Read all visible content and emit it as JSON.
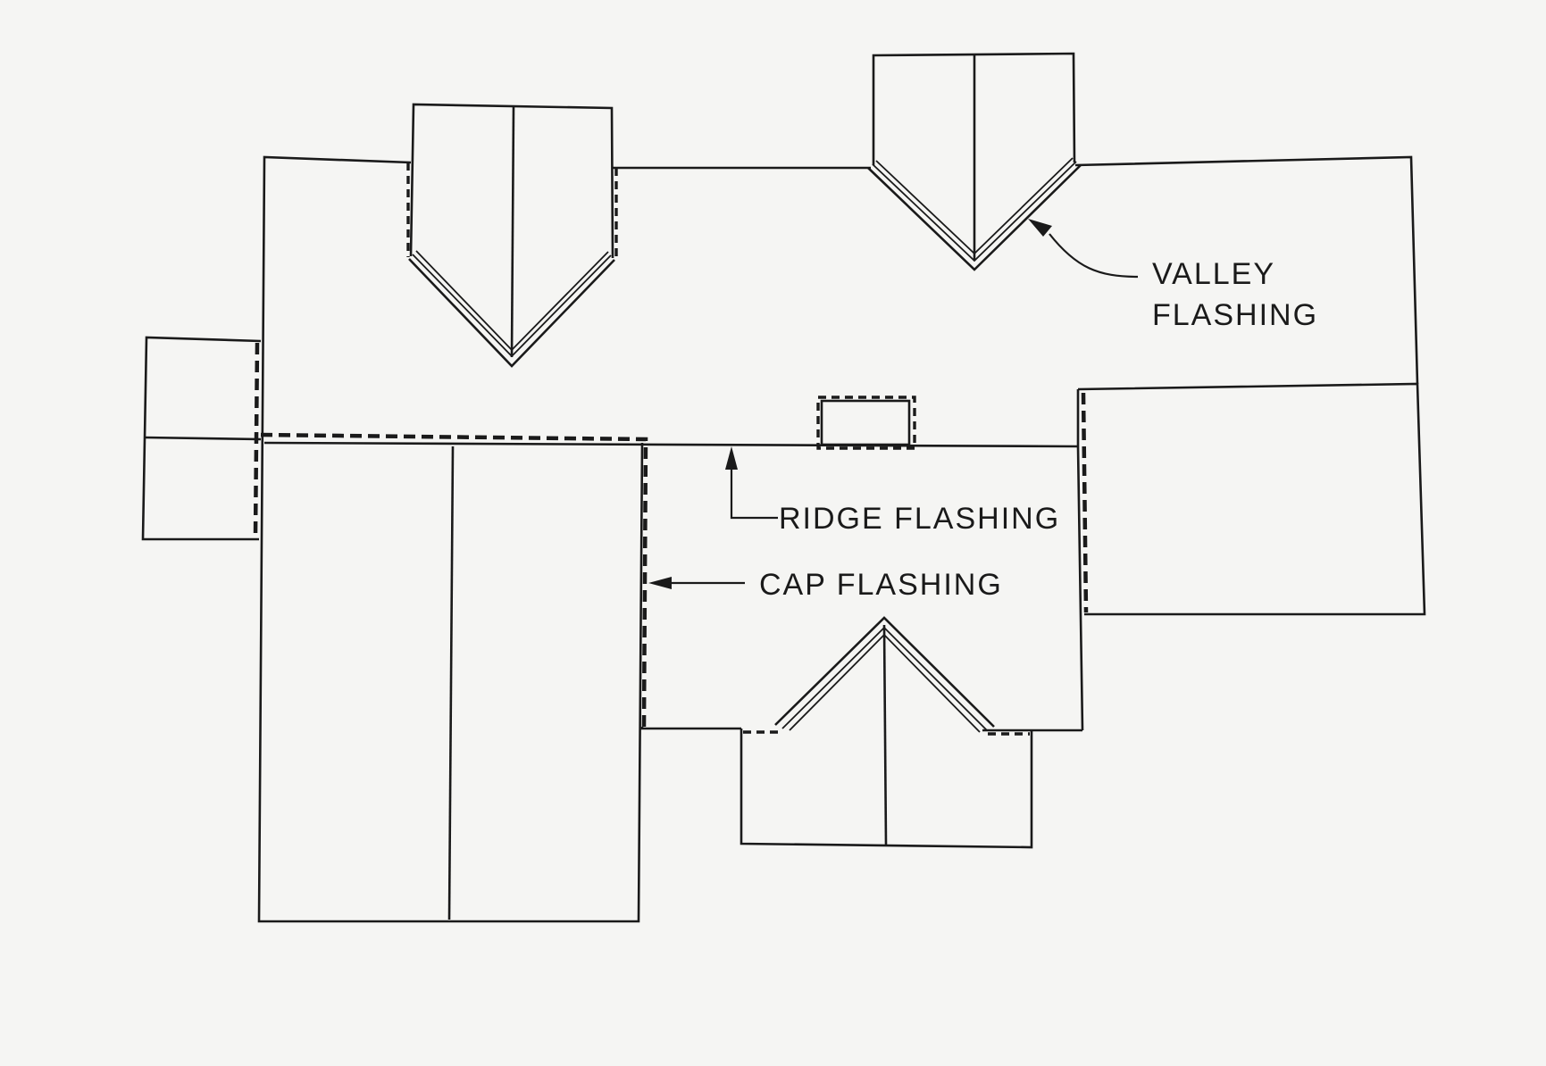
{
  "labels": {
    "valley_line1": "VALLEY",
    "valley_line2": "FLASHING",
    "ridge": "RIDGE FLASHING",
    "cap": "CAP FLASHING"
  },
  "colors": {
    "background": "#f5f5f3",
    "ink": "#1a1a1a"
  }
}
